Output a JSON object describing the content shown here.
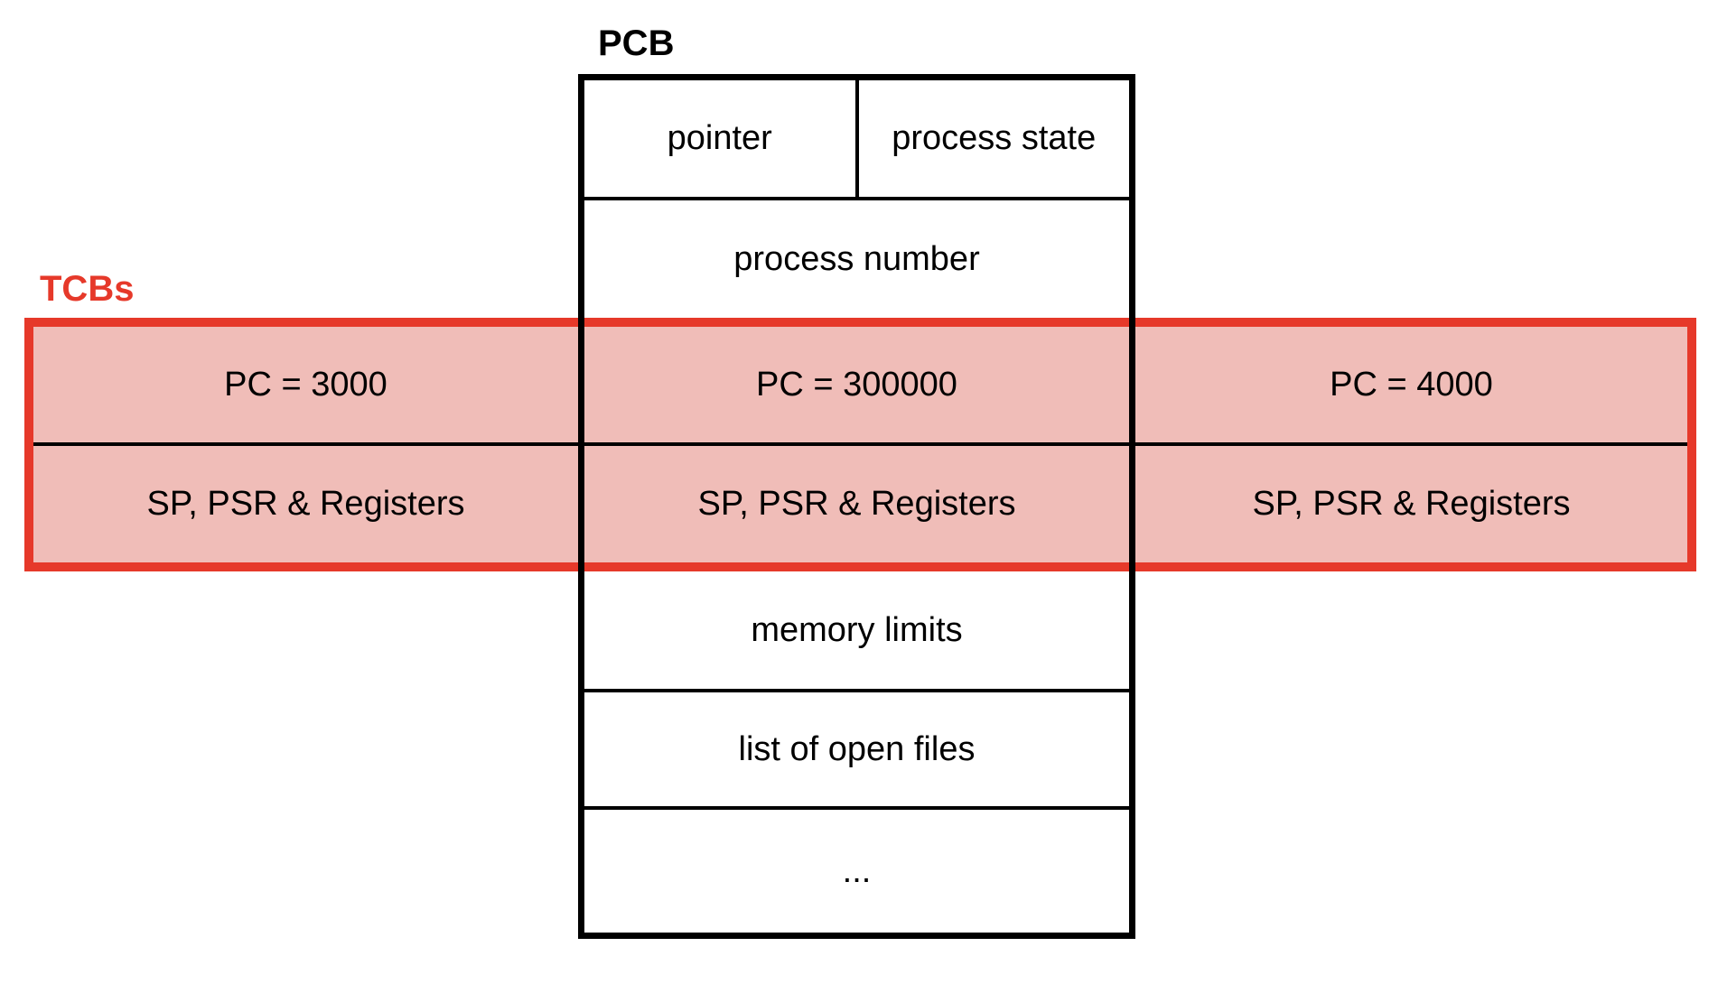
{
  "colors": {
    "accent_red": "#e6392a",
    "band_pink": "#f0bdb8",
    "line_black": "#000000"
  },
  "labels": {
    "pcb_title": "PCB",
    "tcbs_title": "TCBs"
  },
  "pcb": {
    "pointer": "pointer",
    "process_state": "process state",
    "process_number": "process number",
    "memory_limits": "memory limits",
    "open_files": "list of open files",
    "ellipsis": "..."
  },
  "tcbs": {
    "columns": [
      {
        "pc": "PC = 3000",
        "registers": "SP, PSR & Registers"
      },
      {
        "pc": "PC = 300000",
        "registers": "SP, PSR & Registers"
      },
      {
        "pc": "PC = 4000",
        "registers": "SP, PSR & Registers"
      }
    ]
  }
}
